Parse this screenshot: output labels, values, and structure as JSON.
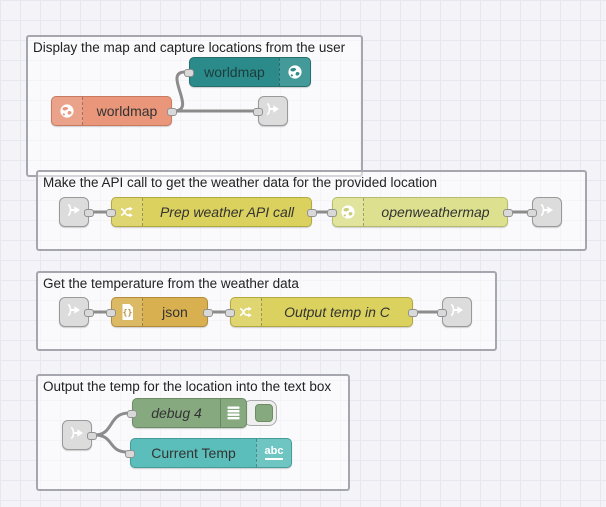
{
  "app": {
    "name": "Node-RED flow editor workspace"
  },
  "colors": {
    "canvas_bg": "#f4f4f8",
    "grid_line": "#e7e7f0",
    "group_border": "#a6a6af",
    "wire": "#8c8c8c",
    "worldmap_in_teal": "#2b8b8b",
    "worldmap_salmon": "#e9967a",
    "function_yellow": "#dbd15e",
    "openweathermap_pale": "#dde18f",
    "json_amber": "#d8b050",
    "debug_green": "#87a980",
    "ui_text_teal": "#5bbeba",
    "link_gray": "#dcdcdc"
  },
  "groups": [
    {
      "title": "Display the map and capture locations from the user",
      "nodes": [
        {
          "label": "worldmap",
          "type": "worldmap in",
          "icon": "globe-icon",
          "color": "#2b8b8b"
        },
        {
          "label": "worldmap",
          "type": "worldmap",
          "icon": "globe-icon",
          "color": "#e9967a"
        },
        {
          "label": "",
          "type": "link out",
          "icon": "link-out-arrow-icon",
          "color": "#dcdcdc"
        }
      ]
    },
    {
      "title": "Make the API call to get the weather data for the provided location",
      "nodes": [
        {
          "label": "",
          "type": "link in",
          "icon": "link-in-arrow-icon",
          "color": "#dcdcdc"
        },
        {
          "label": "Prep weather API call",
          "type": "function",
          "icon": "function-shuffle-icon",
          "color": "#dbd15e"
        },
        {
          "label": "openweathermap",
          "type": "openweathermap",
          "icon": "globe-icon",
          "color": "#dde18f"
        },
        {
          "label": "",
          "type": "link out",
          "icon": "link-out-arrow-icon",
          "color": "#dcdcdc"
        }
      ]
    },
    {
      "title": "Get the temperature from the weather data",
      "nodes": [
        {
          "label": "",
          "type": "link in",
          "icon": "link-in-arrow-icon",
          "color": "#dcdcdc"
        },
        {
          "label": "json",
          "type": "json",
          "icon": "json-file-icon",
          "color": "#d8b050"
        },
        {
          "label": "Output temp in C",
          "type": "function",
          "icon": "function-shuffle-icon",
          "color": "#dbd15e"
        },
        {
          "label": "",
          "type": "link out",
          "icon": "link-out-arrow-icon",
          "color": "#dcdcdc"
        }
      ]
    },
    {
      "title": "Output the temp for the location into the text box",
      "nodes": [
        {
          "label": "",
          "type": "link in",
          "icon": "link-in-arrow-icon",
          "color": "#dcdcdc"
        },
        {
          "label": "debug 4",
          "type": "debug",
          "icon": "debug-list-icon",
          "color": "#87a980",
          "toggle_state": "enabled"
        },
        {
          "label": "Current Temp",
          "type": "ui_text",
          "icon": "abc-text-icon",
          "color": "#5bbeba",
          "icon_text": "abc"
        }
      ]
    }
  ],
  "connections": [
    "worldmap(salmon) -> worldmap in(teal)",
    "worldmap(salmon) -> link out(group1)",
    "link in(group2) -> Prep weather API call -> openweathermap -> link out(group2)",
    "link in(group3) -> json -> Output temp in C -> link out(group3)",
    "link in(group4) -> debug 4",
    "link in(group4) -> Current Temp"
  ]
}
